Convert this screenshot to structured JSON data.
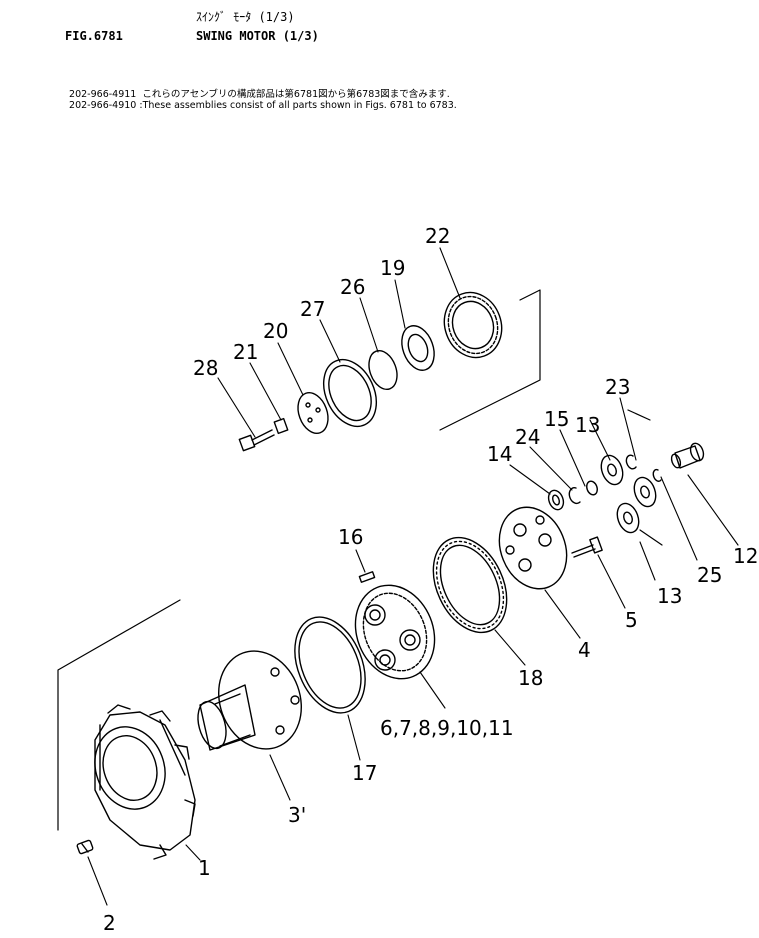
{
  "header": {
    "figure": "FIG.6781",
    "title_jp": "ｽｲﾝｸﾞ ﾓｰﾀ (1/3)",
    "title_en": "SWING MOTOR (1/3)"
  },
  "notes": [
    {
      "part_no": "202-966-4911",
      "text": "これらのアセンブリの構成部品は第6781図から第6783図まで含みます."
    },
    {
      "part_no": "202-966-4910",
      "text": ":These assemblies consist of all parts shown in Figs. 6781 to 6783."
    }
  ],
  "callouts": {
    "c1": "1",
    "c2": "2",
    "c3": "3'",
    "c4": "4",
    "c5": "5",
    "c6": "6,7,8,9,10,11",
    "c12": "12",
    "c13a": "13",
    "c13b": "13",
    "c14": "14",
    "c15": "15",
    "c16": "16",
    "c17": "17",
    "c18": "18",
    "c19": "19",
    "c20": "20",
    "c21": "21",
    "c22": "22",
    "c23": "23",
    "c24": "24",
    "c25": "25",
    "c26": "26",
    "c27": "27",
    "c28": "28"
  }
}
